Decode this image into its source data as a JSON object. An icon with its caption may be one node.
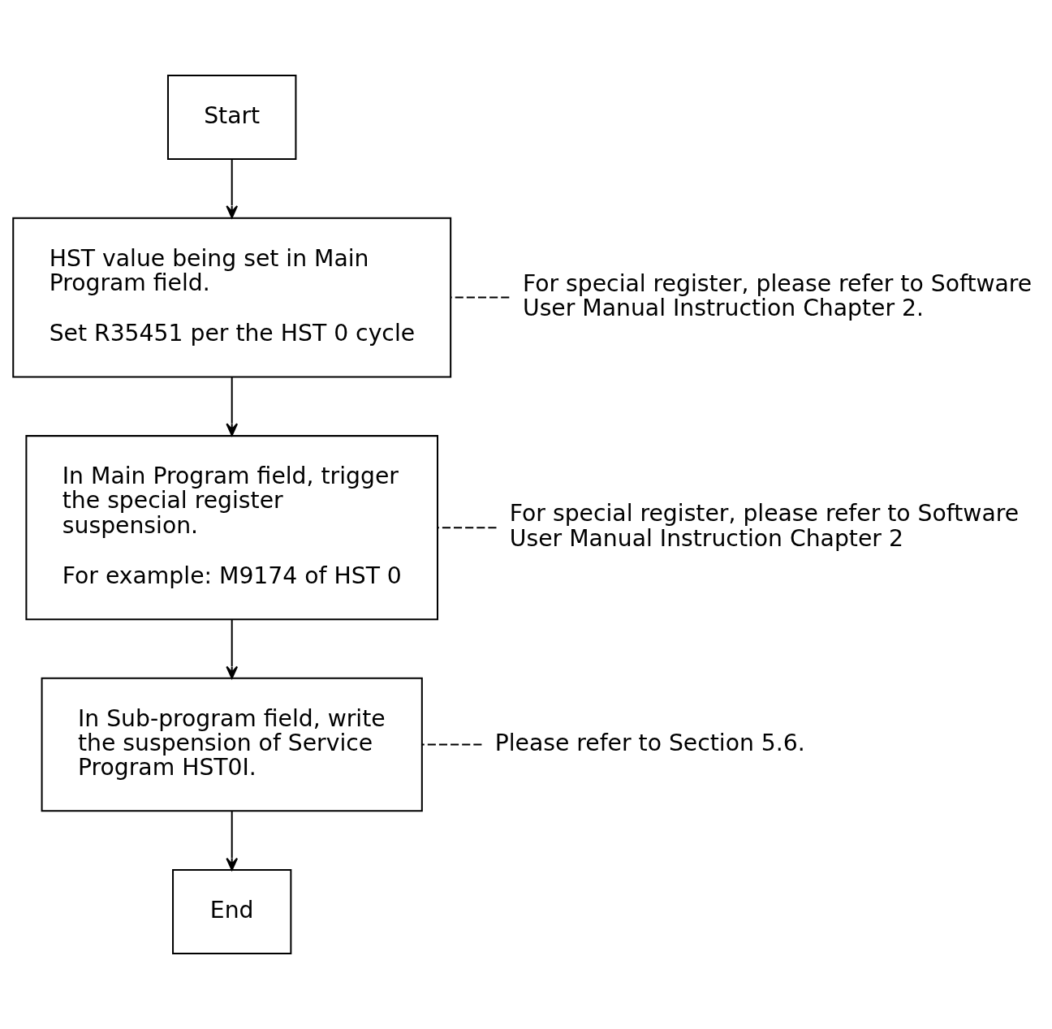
{
  "diagram": {
    "nodes": [
      {
        "text": [
          "Start"
        ]
      },
      {
        "text": [
          "HST value being set in Main Program field.",
          "Set R35451 per the HST 0 cycle"
        ]
      },
      {
        "text": [
          "For special register, please refer to Software User Manual Instruction Chapter 2."
        ]
      },
      {
        "text": [
          "In Main Program field, trigger the special register suspension.",
          "For example: M9174 of HST 0"
        ]
      },
      {
        "text": [
          "For special register, please refer to Software User Manual Instruction Chapter 2"
        ]
      },
      {
        "text": [
          "In Sub-program field, write the suspension of Service Program HST0I."
        ]
      },
      {
        "text": [
          "Please refer to Section 5.6."
        ]
      },
      {
        "text": [
          "End"
        ]
      }
    ],
    "edges": [
      {
        "from": 0,
        "to": 1,
        "arrow": "to"
      },
      {
        "from": 2,
        "to": 1,
        "arrow": "none",
        "style": "dashed"
      },
      {
        "from": 1,
        "to": 3,
        "arrow": "to"
      },
      {
        "from": 4,
        "to": 3,
        "arrow": "none",
        "style": "dashed"
      },
      {
        "from": 3,
        "to": 5,
        "arrow": "to"
      },
      {
        "from": 6,
        "to": 5,
        "arrow": "none",
        "style": "dashed"
      },
      {
        "from": 5,
        "to": 7,
        "arrow": "to"
      }
    ]
  }
}
